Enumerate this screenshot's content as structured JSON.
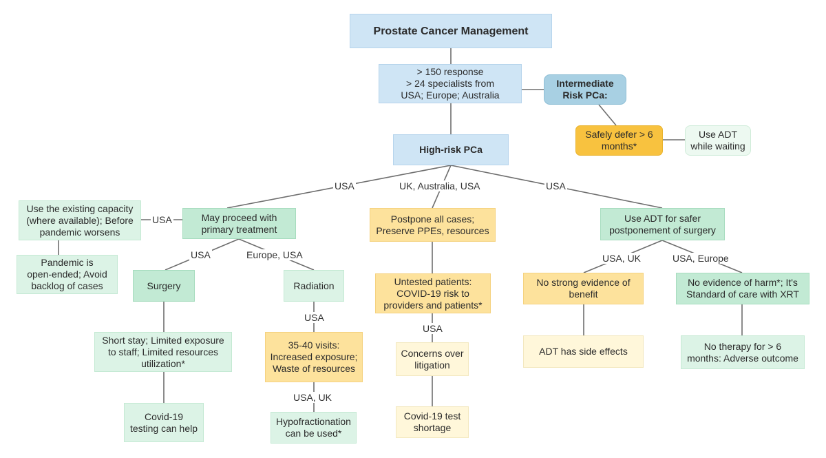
{
  "nodes": {
    "management": "Prostate Cancer Management",
    "response": "> 150 response\n> 24 specialists from\nUSA; Europe; Australia",
    "intermediate": "Intermediate\nRisk PCa:",
    "safely_defer": "Safely defer > 6\nmonths*",
    "use_adt_waiting": "Use ADT\nwhile waiting",
    "high_risk": "High-risk PCa",
    "existing_capacity": "Use the existing capacity\n(where available); Before\npandemic worsens",
    "pandemic_open": "Pandemic is\nopen-ended; Avoid\nbacklog of cases",
    "may_proceed": "May proceed with\nprimary treatment",
    "surgery": "Surgery",
    "radiation": "Radiation",
    "short_stay": "Short stay; Limited exposure\nto staff; Limited resources\nutilization*",
    "covid_testing": "Covid-19\ntesting can help",
    "visits": "35-40 visits:\nIncreased exposure;\nWaste of resources",
    "hypofractionation": "Hypofractionation\ncan be used*",
    "postpone": "Postpone all cases;\nPreserve PPEs, resources",
    "untested": "Untested patients:\nCOVID-19 risk to\nproviders and patients*",
    "litigation": "Concerns over\nlitigation",
    "test_shortage": "Covid-19 test\nshortage",
    "use_adt_safer": "Use ADT for safer\npostponement of surgery",
    "no_strong": "No strong evidence of\nbenefit",
    "adt_side": "ADT has side effects",
    "no_harm": "No evidence of harm*; It's\nStandard of care with XRT",
    "no_therapy": "No therapy for > 6\nmonths: Adverse outcome"
  },
  "edge_labels": {
    "usa_left": "USA",
    "uk_aus_usa": "UK, Australia, USA",
    "usa_right": "USA",
    "usa_capacity": "USA",
    "usa_surgery": "USA",
    "europe_usa": "Europe, USA",
    "usa_radiation": "USA",
    "usa_uk_hypo": "USA, UK",
    "usa_untested": "USA",
    "usa_uk_adt": "USA, UK",
    "usa_europe_adt": "USA, Europe"
  }
}
